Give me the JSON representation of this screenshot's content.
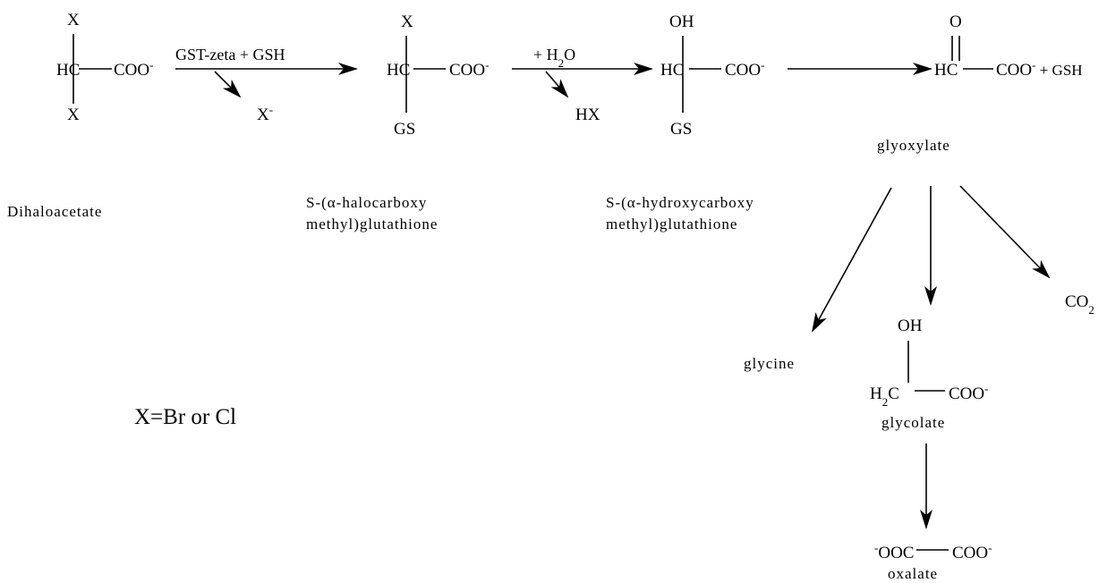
{
  "compounds": {
    "dihaloacetate": {
      "top": "X",
      "left": "HC",
      "right": "COO",
      "charge": "-",
      "bottom": "X",
      "name": "Dihaloacetate"
    },
    "halo_intermediate": {
      "top": "X",
      "left": "HC",
      "right": "COO",
      "charge": "-",
      "bottom": "GS",
      "name_line1": "S-(α-halocarboxy",
      "name_line2": "methyl)glutathione"
    },
    "hydroxy_intermediate": {
      "top": "OH",
      "left": "HC",
      "right": "COO",
      "charge": "-",
      "bottom": "GS",
      "name_line1": "S-(α-hydroxycarboxy",
      "name_line2": "methyl)glutathione"
    },
    "glyoxylate": {
      "top": "O",
      "left": "HC",
      "right": "COO",
      "charge": "-",
      "extra": " + GSH",
      "name": "glyoxylate"
    },
    "glycine": {
      "name": "glycine"
    },
    "co2": {
      "formula": "CO",
      "subscript": "2"
    },
    "glycolate": {
      "top": "OH",
      "left": "H",
      "left_sub": "2",
      "left_c": "C",
      "right": "COO",
      "charge": "-",
      "name": "glycolate"
    },
    "oxalate": {
      "left_charge": "-",
      "left": "OOC",
      "right": "COO",
      "charge": "-",
      "name": "oxalate"
    }
  },
  "reactions": {
    "step1_reagent": "GST-zeta + GSH",
    "step1_leaving": "X",
    "step1_leaving_charge": "-",
    "step2_reagent_prefix": "+ H",
    "step2_reagent_sub": "2",
    "step2_reagent_suffix": "O",
    "step2_leaving": "HX"
  },
  "legend": {
    "text": "X=Br or Cl"
  }
}
